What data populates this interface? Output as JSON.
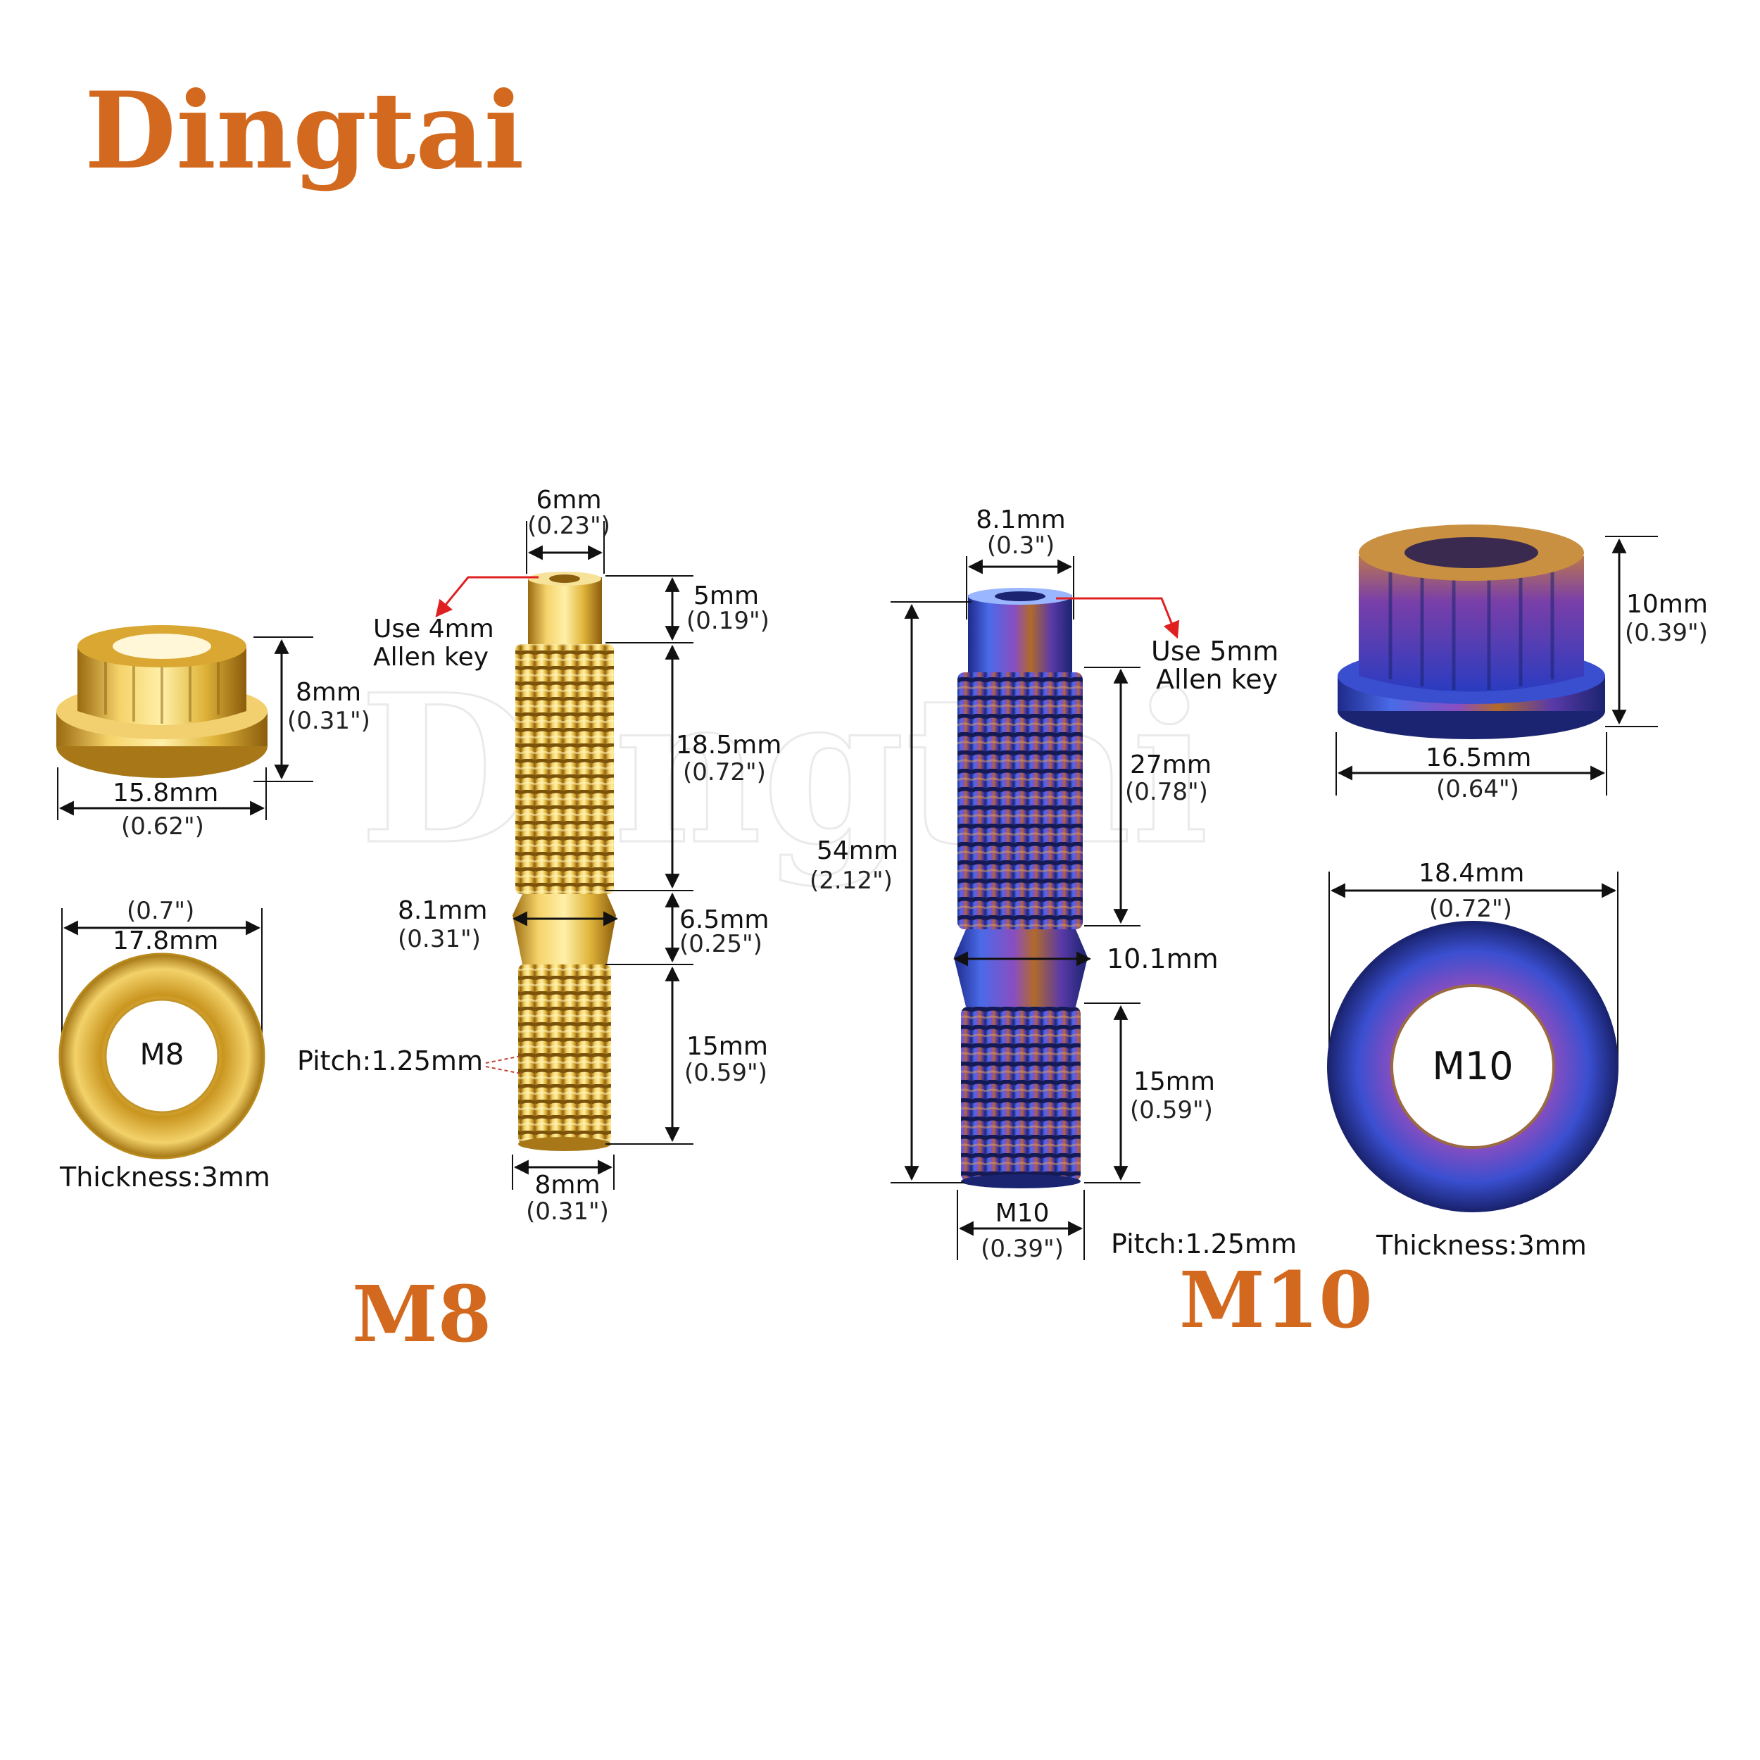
{
  "brand": {
    "name": "Dingtai",
    "watermark": "Dingtai",
    "color": "#d2691e"
  },
  "colors": {
    "gold": "#e0b43a",
    "titanium_blue": "#3a4fd0",
    "titanium_purple": "#7a3fa8",
    "titanium_bronze": "#b06a2a",
    "guide_red": "#e02020"
  },
  "m8": {
    "title": "M8",
    "nut": {
      "height": "8mm",
      "height_in": "(0.31\")",
      "width": "15.8mm",
      "width_in": "(0.62\")"
    },
    "washer": {
      "label": "M8",
      "width": "17.8mm",
      "width_in": "(0.7\")",
      "thickness": "Thickness:3mm"
    },
    "stud": {
      "top_width": "6mm",
      "top_width_in": "(0.23\")",
      "allen_line1": "Use 4mm",
      "allen_line2": "Allen key",
      "head_len": "5mm",
      "head_len_in": "(0.19\")",
      "thread1_len": "18.5mm",
      "thread1_len_in": "(0.72\")",
      "collar_dia": "8.1mm",
      "collar_dia_in": "(0.31\")",
      "collar_len": "6.5mm",
      "collar_len_in": "(0.25\")",
      "thread2_len": "15mm",
      "thread2_len_in": "(0.59\")",
      "pitch": "Pitch:1.25mm",
      "bottom_width": "8mm",
      "bottom_width_in": "(0.31\")"
    }
  },
  "m10": {
    "title": "M10",
    "stud": {
      "top_width": "8.1mm",
      "top_width_in": "(0.3\")",
      "allen_line1": "Use 5mm",
      "allen_line2": "Allen key",
      "total_len": "54mm",
      "total_len_in": "(2.12\")",
      "thread1_len": "27mm",
      "thread1_len_in": "(0.78\")",
      "collar_dia": "10.1mm",
      "thread2_len": "15mm",
      "thread2_len_in": "(0.59\")",
      "bottom_width": "M10",
      "bottom_width_in": "(0.39\")",
      "pitch": "Pitch:1.25mm"
    },
    "nut": {
      "height": "10mm",
      "height_in": "(0.39\")",
      "width": "16.5mm",
      "width_in": "(0.64\")"
    },
    "washer": {
      "label": "M10",
      "width": "18.4mm",
      "width_in": "(0.72\")",
      "thickness": "Thickness:3mm"
    }
  }
}
